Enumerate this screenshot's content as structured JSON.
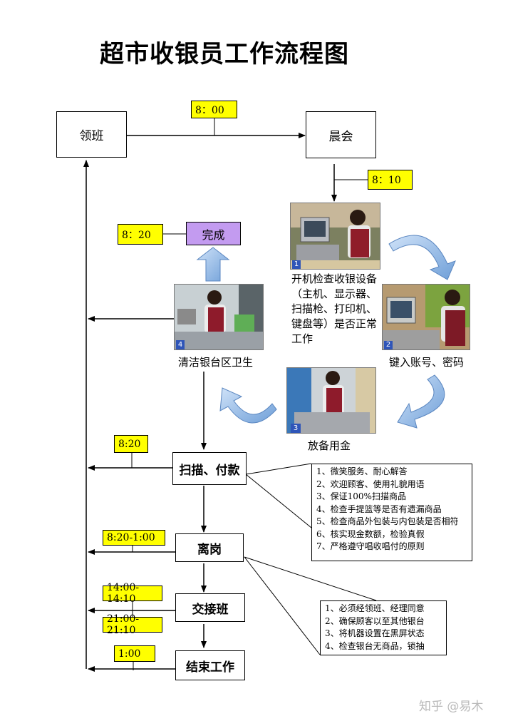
{
  "title": "超市收银员工作流程图",
  "nodes": {
    "lingban": "领班",
    "chenhui": "晨会",
    "wancheng": "完成",
    "scan_pay": "扫描、付款",
    "ligang": "离岗",
    "jiaojieban": "交接班",
    "jieshu": "结束工作"
  },
  "times": {
    "t800": "8：00",
    "t810": "8：10",
    "t820_a": "8：20",
    "t820_b": "8:20",
    "t820_100": "8:20-1:00",
    "t1400": "14:00-14:10",
    "t2100": "21:00-21:10",
    "t100": "1:00"
  },
  "steps": {
    "step1": "开机检查收银设备（主机、显示器、扫描枪、打印机、键盘等）是否正常工作",
    "step1_num": "1",
    "step2": "键入账号、密码",
    "step2_num": "2",
    "step3": "放备用金",
    "step3_num": "3",
    "step4": "清洁银台区卫生",
    "step4_num": "4"
  },
  "note_scan": [
    "1、微笑服务、耐心解答",
    "2、欢迎顾客、使用礼貌用语",
    "3、保证100%扫描商品",
    "4、检查手提篮等是否有遗漏商品",
    "5、检查商品外包装与内包装是否相符",
    "6、核实现金数额，检验真假",
    "7、严格遵守唱收唱付的原则"
  ],
  "note_leave": [
    "1、必须经领班、经理同意",
    "2、确保顾客以至其他银台",
    "3、将机器设置在黑屏状态",
    "4、检查银台无商品，锁抽"
  ],
  "watermark": "知乎 @易木",
  "colors": {
    "time_fill": "#ffff00",
    "done_fill": "#c39bf0",
    "cycle_arrow": "#8fb7e8"
  }
}
